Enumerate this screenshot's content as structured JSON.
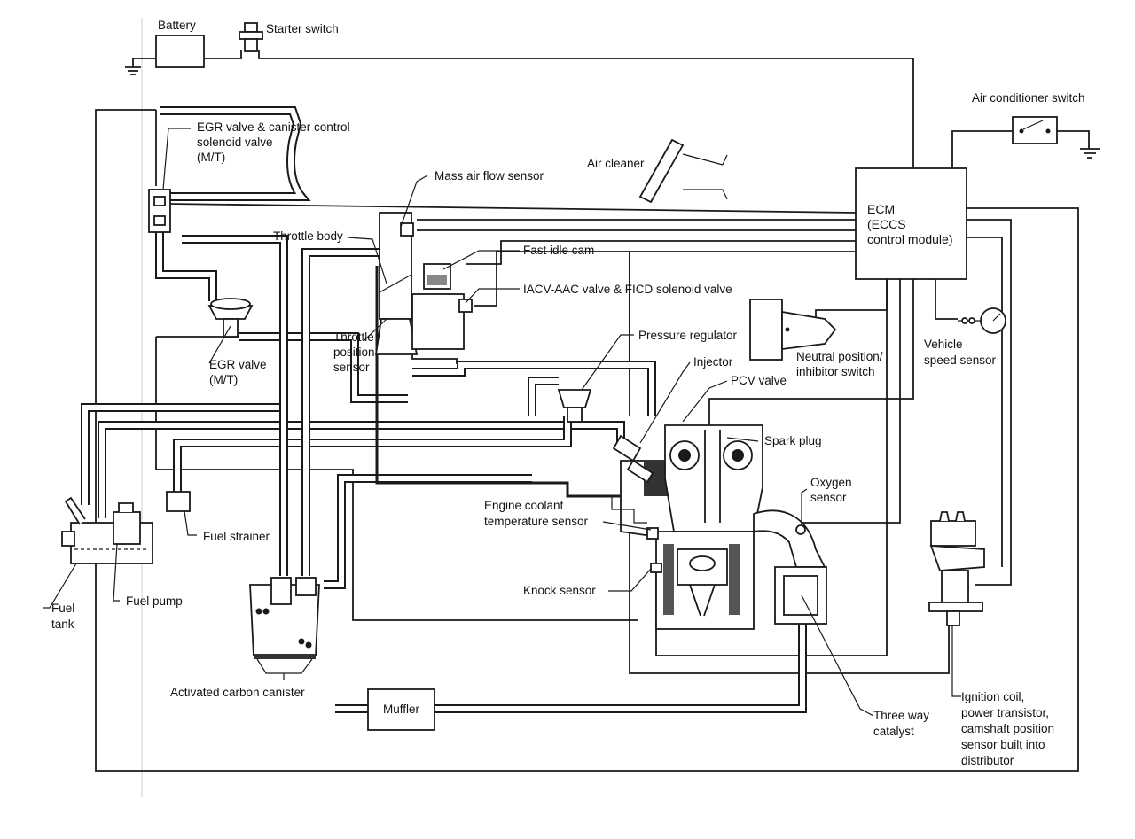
{
  "labels": {
    "battery": "Battery",
    "starter_switch": "Starter switch",
    "egr_canister_line1": "EGR valve & canister control",
    "egr_canister_line2": "solenoid valve",
    "egr_canister_line3": "(M/T)",
    "mass_air_flow": "Mass air flow sensor",
    "air_cleaner": "Air cleaner",
    "air_conditioner_switch": "Air conditioner switch",
    "ecm_line1": "ECM",
    "ecm_line2": "(ECCS",
    "ecm_line3": "control module)",
    "throttle_body": "Throttle body",
    "fast_idle_cam": "Fast idle cam",
    "iacv": "IACV-AAC valve & FICD solenoid valve",
    "tps_line1": "Throttle",
    "tps_line2": "position",
    "tps_line3": "sensor",
    "egr_valve_line1": "EGR valve",
    "egr_valve_line2": "(M/T)",
    "pressure_regulator": "Pressure regulator",
    "injector": "Injector",
    "pcv_valve": "PCV valve",
    "neutral_line1": "Neutral position/",
    "neutral_line2": "inhibitor switch",
    "vss_line1": "Vehicle",
    "vss_line2": "speed sensor",
    "spark_plug": "Spark plug",
    "oxygen_line1": "Oxygen",
    "oxygen_line2": "sensor",
    "coolant_line1": "Engine coolant",
    "coolant_line2": "temperature sensor",
    "knock_sensor": "Knock sensor",
    "fuel_strainer": "Fuel strainer",
    "fuel_tank_line1": "Fuel",
    "fuel_tank_line2": "tank",
    "fuel_pump": "Fuel pump",
    "canister": "Activated carbon canister",
    "muffler": "Muffler",
    "catalyst_line1": "Three way",
    "catalyst_line2": "catalyst",
    "ignition_line1": "Ignition coil,",
    "ignition_line2": "power transistor,",
    "ignition_line3": "camshaft position",
    "ignition_line4": "sensor built into",
    "ignition_line5": "distributor"
  }
}
